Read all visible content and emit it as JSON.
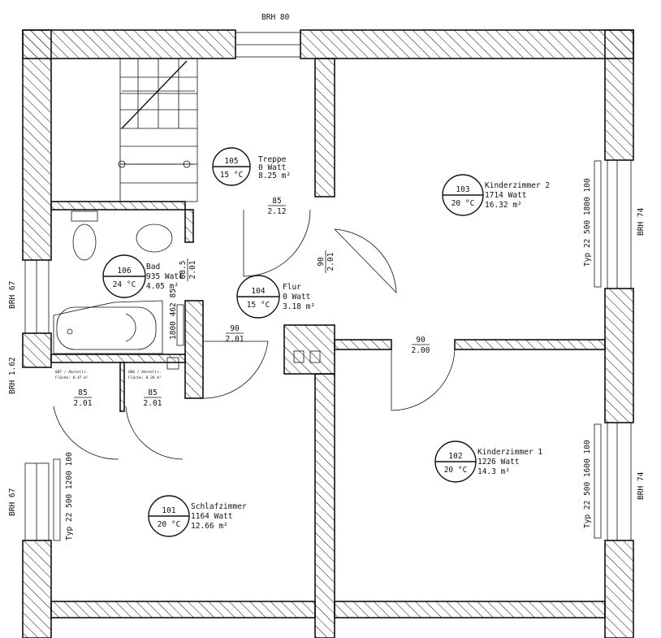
{
  "title": "Floor plan - heating load per room",
  "brh_labels": {
    "top": "BRH 80",
    "left_upper": "BRH 67",
    "left_mid": "BRH 1.62",
    "left_lower": "BRH 67",
    "right_upper": "BRH 74",
    "right_lower": "BRH 74"
  },
  "rooms": [
    {
      "number": "105",
      "name": "Treppe",
      "power": "0 Watt",
      "temp": "15 °C",
      "area": "8.25 m²"
    },
    {
      "number": "103",
      "name": "Kinderzimmer 2",
      "power": "1714 Watt",
      "temp": "20 °C",
      "area": "16.32 m²"
    },
    {
      "number": "106",
      "name": "Bad",
      "power": "935 Watt",
      "temp": "24 °C",
      "area": "4.05 m²"
    },
    {
      "number": "104",
      "name": "Flur",
      "power": "0 Watt",
      "temp": "15 °C",
      "area": "3.18 m²"
    },
    {
      "number": "102",
      "name": "Kinderzimmer 1",
      "power": "1226 Watt",
      "temp": "20 °C",
      "area": "14.3 m²"
    },
    {
      "number": "101",
      "name": "Schlafzimmer",
      "power": "1164 Watt",
      "temp": "20 °C",
      "area": "12.66 m²"
    }
  ],
  "storage": [
    {
      "label": "007 / Abstellr.",
      "area": "Fläche: 0.47 m²"
    },
    {
      "label": "006 / Abstellr.",
      "area": "Fläche: 0.28 m²"
    }
  ],
  "doors": [
    {
      "width": "85",
      "height": "2.12"
    },
    {
      "width": "90",
      "height": "2.01"
    },
    {
      "width": "88.5",
      "height": "2.01"
    },
    {
      "width": "90",
      "height": "2.01"
    },
    {
      "width": "90",
      "height": "2.00"
    },
    {
      "width": "85",
      "height": "2.01"
    },
    {
      "width": "85",
      "height": "2.01"
    }
  ],
  "radiators": {
    "kinderzimmer2": "Typ 22 500 1800 100",
    "kinderzimmer1": "Typ 22 500 1600 100",
    "schlafzimmer": "Typ 22 500 1200 100",
    "bad": "1800 462 85"
  }
}
